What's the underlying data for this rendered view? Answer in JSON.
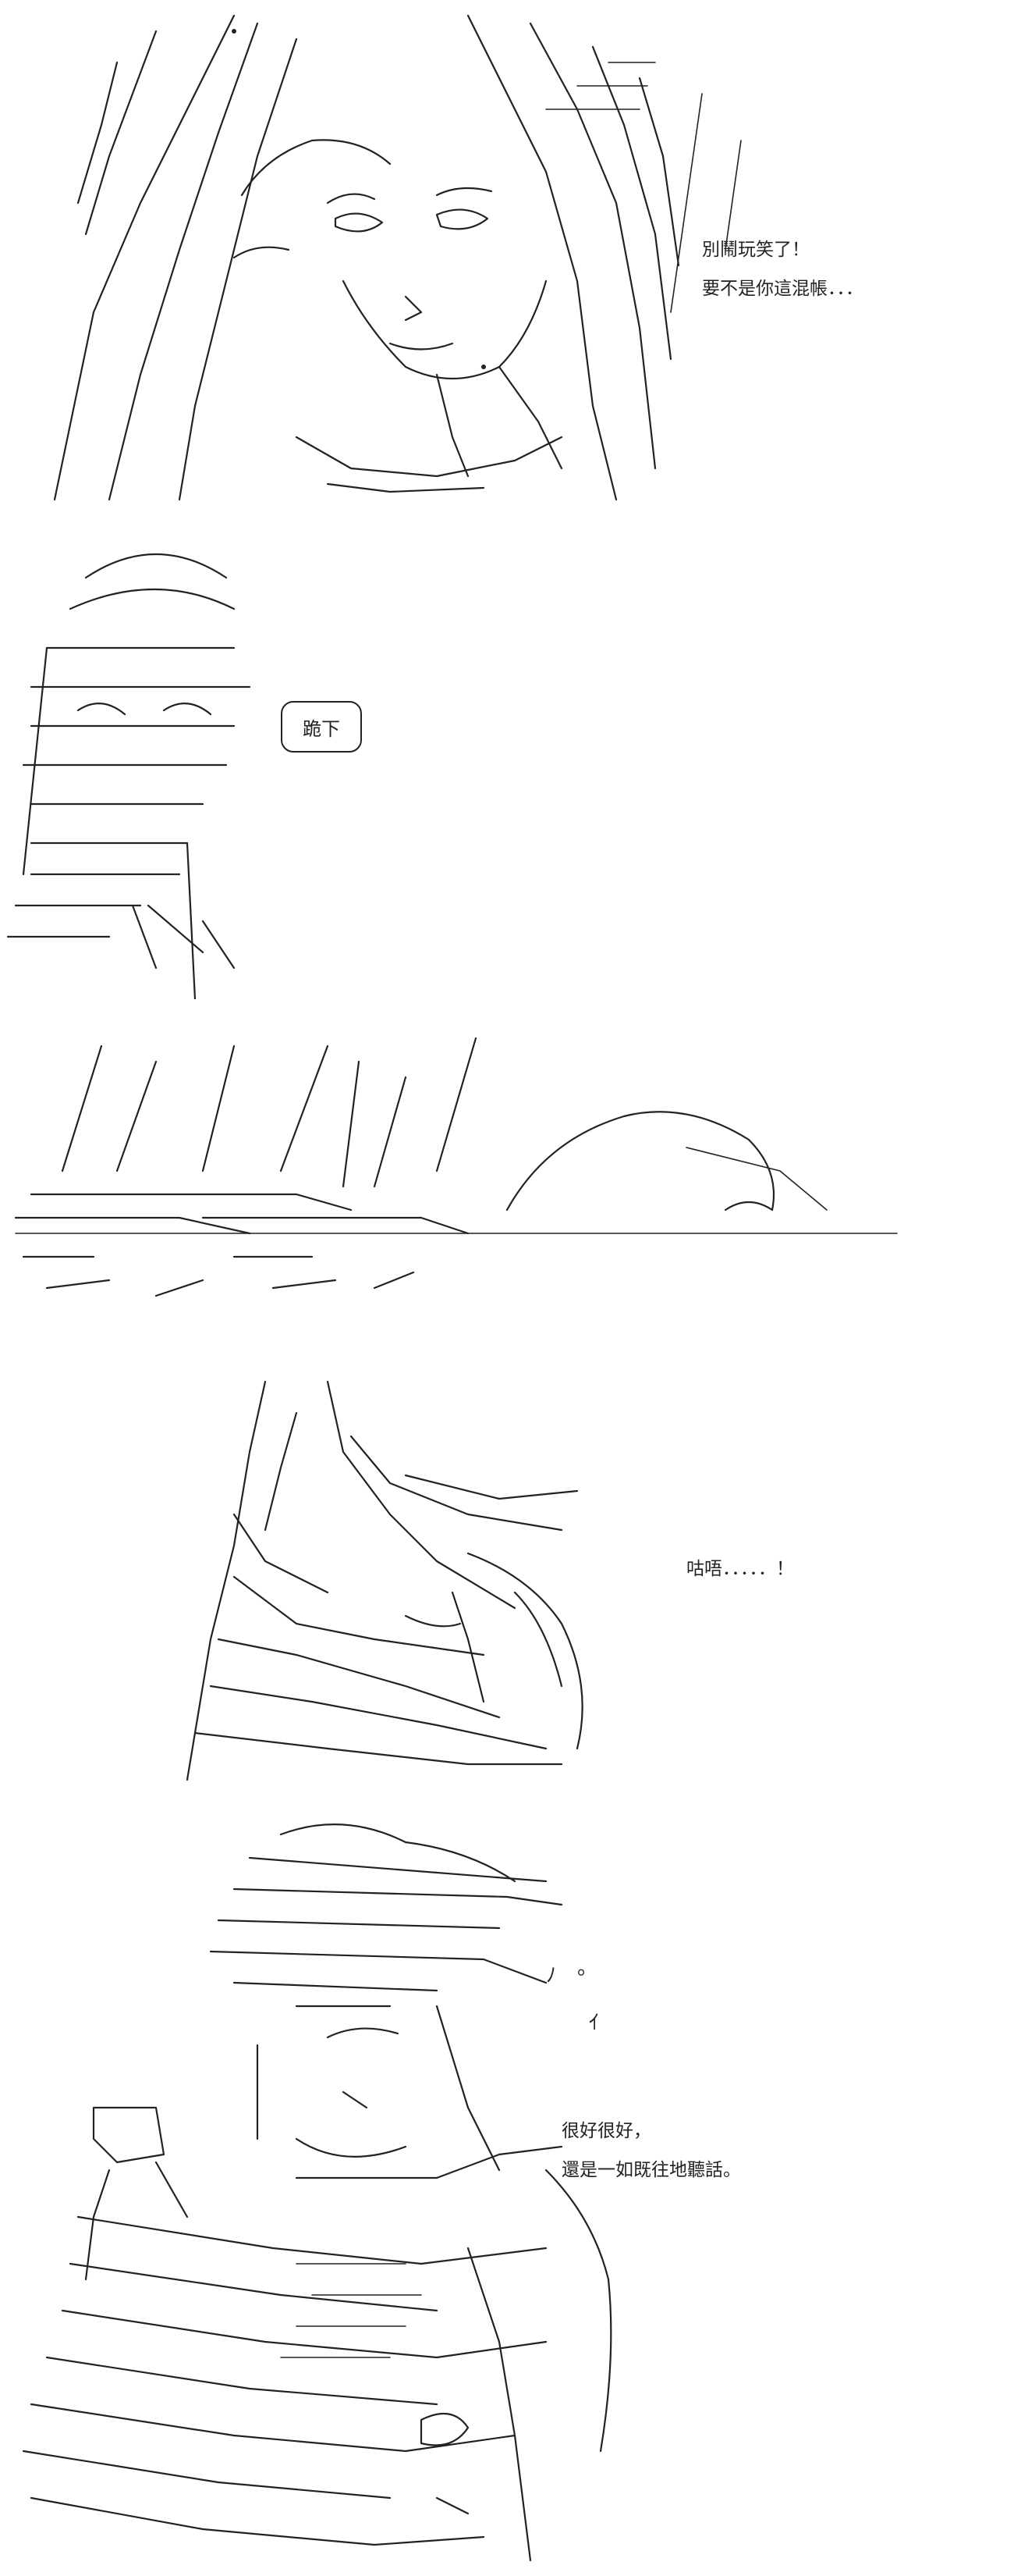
{
  "panels": [
    {
      "lines": [
        "別鬧玩笑了！",
        "要不是你這混帳．．．"
      ]
    },
    {
      "lines": [
        "跪下"
      ]
    },
    {
      "lines": []
    },
    {
      "lines": [
        "咕唔．．．．．！"
      ]
    },
    {
      "lines": [
        "很好很好，",
        "還是一如既往地聽話。"
      ],
      "marks": [
        "ﾉ",
        "。",
        "ｲ"
      ]
    }
  ]
}
